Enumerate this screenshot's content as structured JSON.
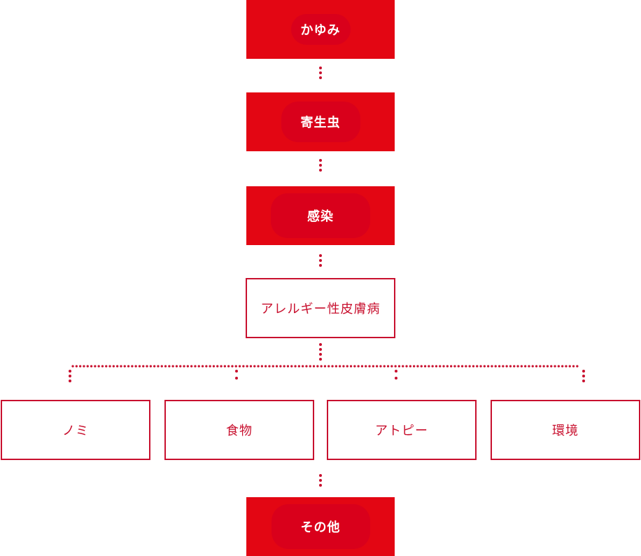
{
  "colors": {
    "accent": "#e30613",
    "pill": "#d9001b",
    "outline": "#c8102e",
    "background": "#ffffff"
  },
  "nodes": {
    "itching": "かゆみ",
    "parasite": "寄生虫",
    "infection": "感染",
    "allergic_dermatitis": "アレルギー性皮膚病",
    "flea": "ノミ",
    "food": "食物",
    "atopy": "アトピー",
    "environment": "環境",
    "other": "その他"
  }
}
